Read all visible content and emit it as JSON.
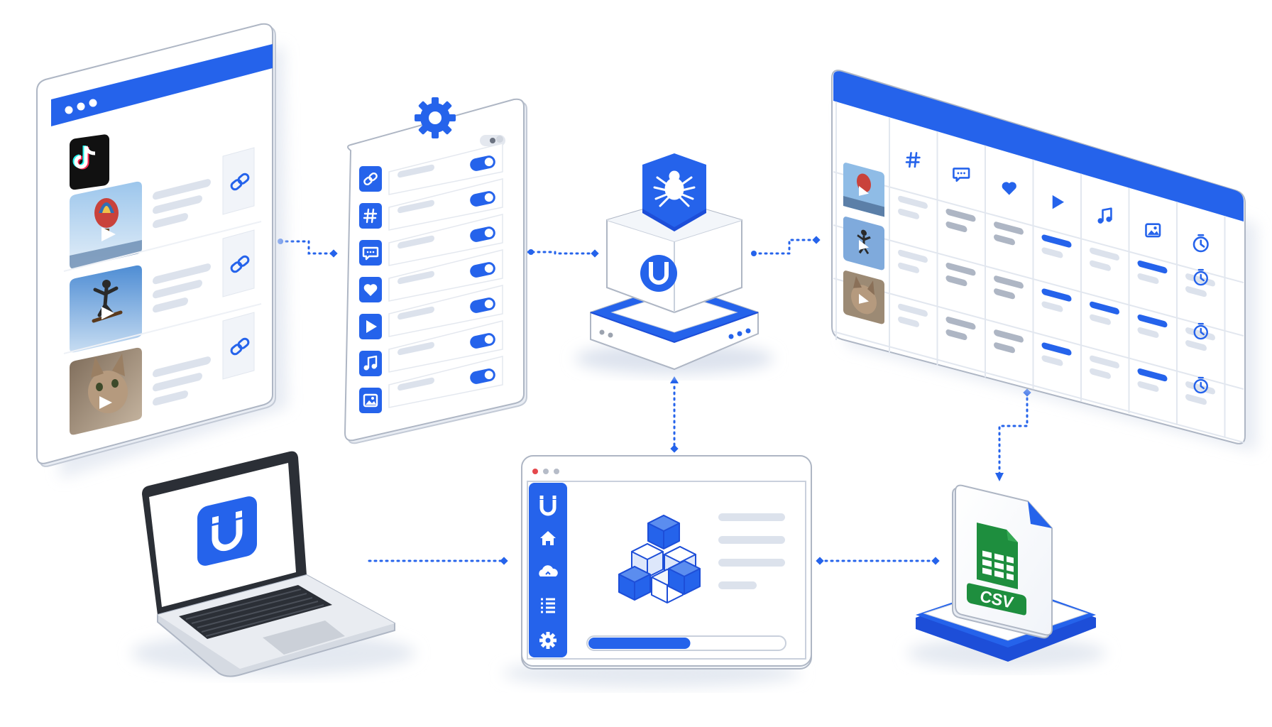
{
  "colors": {
    "brand": "#2563EB",
    "brand_dark": "#1D4ED8",
    "light": "#EEF2F8",
    "line": "#C9D0DC",
    "bar": "#DCE2EC",
    "bar_dark": "#AEB6C4",
    "sheets_green": "#1E8E3E",
    "sheets_light": "#34A853",
    "tiktok_black": "#111111"
  },
  "panels": {
    "video_list": {
      "app_icon": "tiktok-logo-icon",
      "rows": [
        {
          "thumbnail": "hot-air-balloon-photo",
          "action_icon": "link-icon"
        },
        {
          "thumbnail": "skateboarder-photo",
          "action_icon": "link-icon"
        },
        {
          "thumbnail": "cat-photo",
          "action_icon": "link-icon"
        }
      ]
    },
    "settings": {
      "header_icon": "gear-icon",
      "options": [
        {
          "icon": "link-icon",
          "enabled": true
        },
        {
          "icon": "hashtag-icon",
          "enabled": true
        },
        {
          "icon": "comment-icon",
          "enabled": true
        },
        {
          "icon": "heart-icon",
          "enabled": true
        },
        {
          "icon": "play-icon",
          "enabled": true
        },
        {
          "icon": "music-note-icon",
          "enabled": true
        },
        {
          "icon": "image-icon",
          "enabled": true
        }
      ]
    },
    "scraper_engine": {
      "bug_icon": "spider-icon",
      "logo_icon": "magnet-logo-icon"
    },
    "data_table": {
      "columns": [
        "hashtag-icon",
        "comment-icon",
        "heart-icon",
        "play-icon",
        "music-note-icon",
        "image-icon",
        "clock-icon"
      ],
      "rows": [
        "hot-air-balloon-photo",
        "skateboarder-photo",
        "cat-photo"
      ]
    },
    "laptop": {
      "screen_icon": "magnet-logo-icon"
    },
    "app_window": {
      "sidebar": [
        "magnet-logo-icon",
        "home-icon",
        "cloud-icon",
        "list-icon",
        "gear-icon"
      ],
      "illustration": "cubes-icon",
      "progress": 0.52
    },
    "export": {
      "file_icon": "spreadsheet-icon",
      "label": "CSV"
    }
  }
}
